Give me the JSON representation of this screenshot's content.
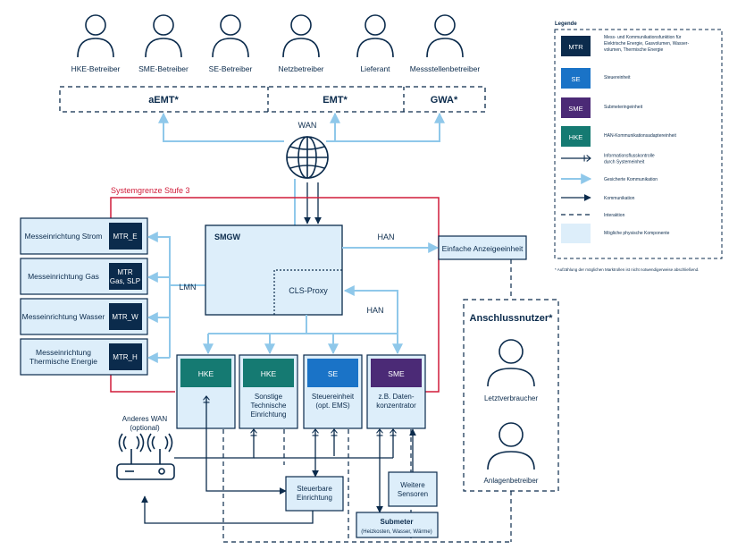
{
  "actors": [
    {
      "label": "HKE-Betreiber"
    },
    {
      "label": "SME-Betreiber"
    },
    {
      "label": "SE-Betreiber"
    },
    {
      "label": "Netzbetreiber"
    },
    {
      "label": "Lieferant"
    },
    {
      "label": "Messstellenbetreiber"
    }
  ],
  "top_groups": [
    "aEMT*",
    "EMT*",
    "GWA*"
  ],
  "wan_label": "WAN",
  "system_boundary_label": "Systemgrenze Stufe 3",
  "meters": [
    {
      "label": "Messeinrichtung Strom",
      "badge": "MTR_E"
    },
    {
      "label": "Messeinrichtung Gas",
      "badge": "MTR\nGas, SLP"
    },
    {
      "label": "Messeinrichtung Wasser",
      "badge": "MTR_W"
    },
    {
      "label": "Messeinrichtung\nThermische Energie",
      "badge": "MTR_H"
    }
  ],
  "lmn_label": "LMN",
  "smgw_label": "SMGW",
  "cls_proxy_label": "CLS-Proxy",
  "han_label_top": "HAN",
  "han_label_mid": "HAN",
  "display_unit_label": "Einfache Anzeigeeinheit",
  "bottom_units": [
    {
      "badge": "HKE",
      "label": ""
    },
    {
      "badge": "HKE",
      "label": "Sonstige\nTechnische\nEinrichtung"
    },
    {
      "badge": "SE",
      "label": "Steuereinheit\n(opt. EMS)"
    },
    {
      "badge": "SME",
      "label": "z.B. Daten-\nkonzentrator"
    }
  ],
  "router_label": "Anderes WAN\n(optional)",
  "controllable_device_label": "Steuerbare\nEinrichtung",
  "sensors_label": "Weitere\nSensoren",
  "submeter_label": "Submeter",
  "submeter_sub": "(Heizkosten, Wasser, Wärme)",
  "connection_user_title": "Anschlussnutzer*",
  "end_consumer_label": "Letztverbraucher",
  "plant_operator_label": "Anlagenbetreiber",
  "legend": {
    "title": "Legende",
    "items": [
      {
        "badge": "MTR",
        "text": "Mess- und Kommunikationsfunktion für\nElektrische Energie, Gasvolumen, Wasser-\nvolumen, Thermische Energie"
      },
      {
        "badge": "SE",
        "text": "Steuereinheit"
      },
      {
        "badge": "SME",
        "text": "Submeteringeinheit"
      },
      {
        "badge": "HKE",
        "text": "HAN-Kommunikationsadaptereinheit"
      },
      {
        "line": "flow-control",
        "text": "Informationsflusskontrolle\ndurch Systemeinheit"
      },
      {
        "line": "secure",
        "text": "Gesicherte Kommunikation"
      },
      {
        "line": "comm",
        "text": "Kommunikation"
      },
      {
        "line": "interaction",
        "text": "Interaktion"
      },
      {
        "line": "physical",
        "text": "Mögliche physische Komponente"
      }
    ],
    "footnote": "* Aufzählung der möglichen Marktrollen ist nicht notwendigerweise abschließend."
  },
  "colors": {
    "navy": "#0b2b4c",
    "light_blue_fill": "#ddeefa",
    "light_blue_line": "#8fc8ea",
    "teal": "#157a72",
    "blue": "#1a73c7",
    "purple": "#4b2a76",
    "boundary_red": "#d11c3a"
  }
}
